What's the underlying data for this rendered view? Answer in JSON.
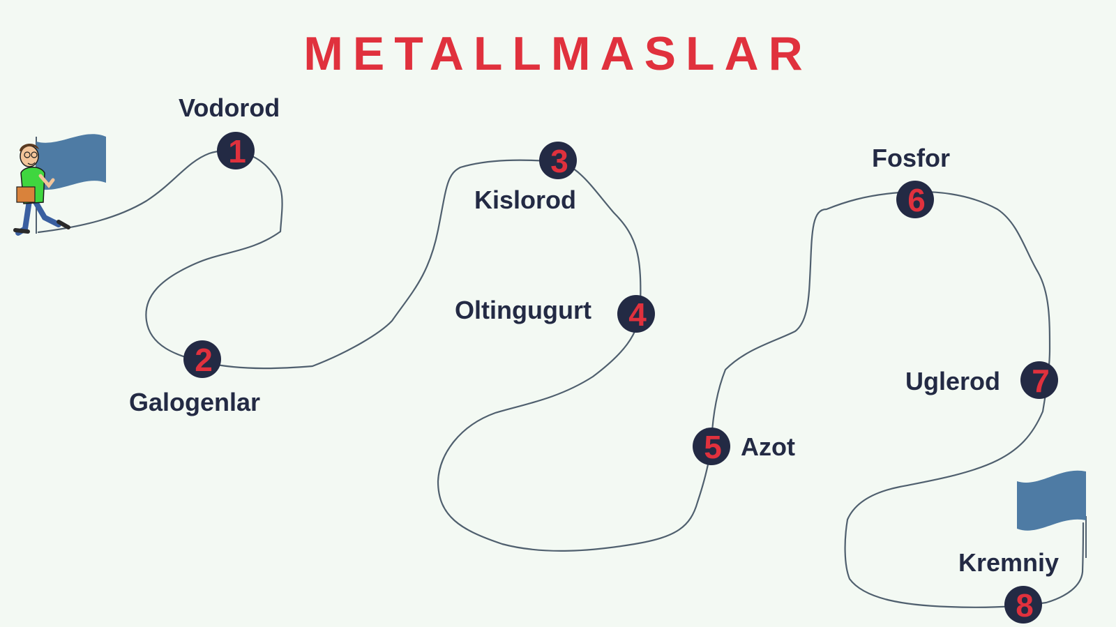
{
  "title": "METALLMASLAR",
  "colors": {
    "background": "#f3f9f3",
    "path": "#4f5f6e",
    "marker_fill": "#232a44",
    "marker_number": "#e0313d",
    "label": "#232a44",
    "title": "#e0313d",
    "flag": "#4e7ba4"
  },
  "start_icon": "walking-man-with-flag",
  "finish_icon": "finish-flag",
  "stops": [
    {
      "number": "1",
      "label": "Vodorod"
    },
    {
      "number": "2",
      "label": "Galogenlar"
    },
    {
      "number": "3",
      "label": "Kislorod"
    },
    {
      "number": "4",
      "label": "Oltingugurt"
    },
    {
      "number": "5",
      "label": "Azot"
    },
    {
      "number": "6",
      "label": "Fosfor"
    },
    {
      "number": "7",
      "label": "Uglerod"
    },
    {
      "number": "8",
      "label": "Kremniy"
    }
  ]
}
